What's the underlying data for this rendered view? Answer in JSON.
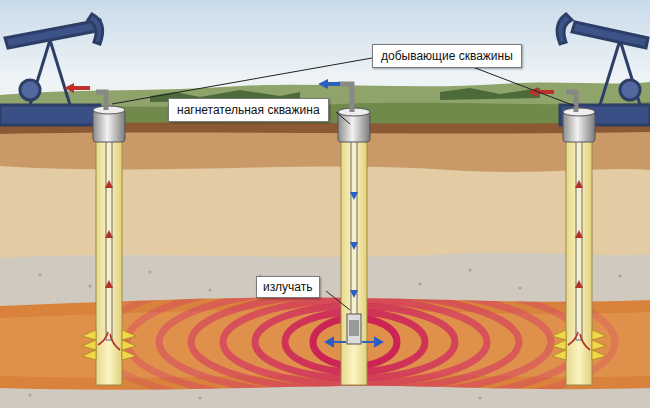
{
  "diagram": {
    "nodes": [
      {
        "text": [
          "добывающие скважины"
        ]
      },
      {
        "text": [
          "нагнетательная скважина"
        ]
      },
      {
        "text": [
          "излучать"
        ]
      }
    ]
  }
}
